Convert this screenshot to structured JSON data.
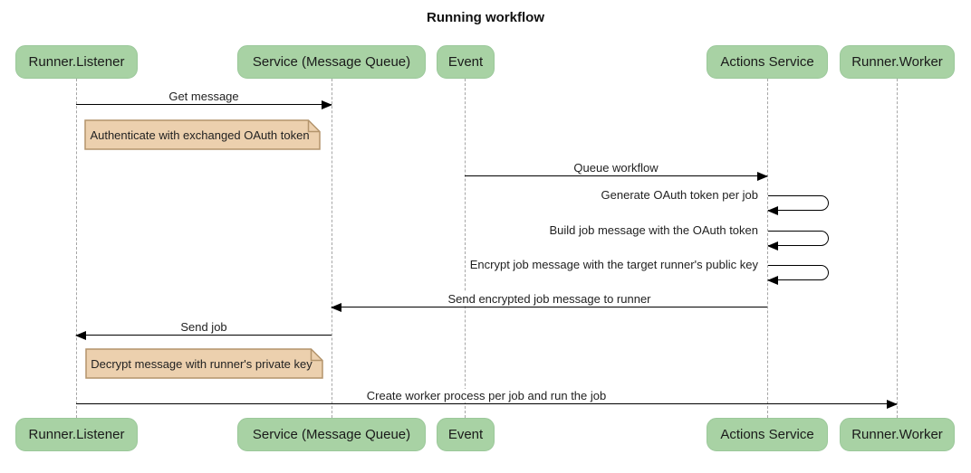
{
  "title": "Running workflow",
  "participants": [
    {
      "id": "runner-listener",
      "label": "Runner.Listener"
    },
    {
      "id": "service-message-queue",
      "label": "Service (Message Queue)"
    },
    {
      "id": "event",
      "label": "Event"
    },
    {
      "id": "actions-service",
      "label": "Actions Service"
    },
    {
      "id": "runner-worker",
      "label": "Runner.Worker"
    }
  ],
  "messages": [
    {
      "type": "arrow",
      "from": "Runner.Listener",
      "to": "Service (Message Queue)",
      "text": "Get message"
    },
    {
      "type": "note",
      "over": "Runner.Listener",
      "text": "Authenticate with exchanged OAuth token"
    },
    {
      "type": "arrow",
      "from": "Event",
      "to": "Actions Service",
      "text": "Queue workflow"
    },
    {
      "type": "self",
      "from": "Actions Service",
      "to": "Actions Service",
      "text": "Generate OAuth token per job"
    },
    {
      "type": "self",
      "from": "Actions Service",
      "to": "Actions Service",
      "text": "Build job message with the OAuth token"
    },
    {
      "type": "self",
      "from": "Actions Service",
      "to": "Actions Service",
      "text": "Encrypt job message with the target runner's public key"
    },
    {
      "type": "arrow",
      "from": "Actions Service",
      "to": "Service (Message Queue)",
      "text": "Send encrypted job message to runner"
    },
    {
      "type": "arrow",
      "from": "Service (Message Queue)",
      "to": "Runner.Listener",
      "text": "Send job"
    },
    {
      "type": "note",
      "over": "Runner.Listener",
      "text": "Decrypt message with runner's private key"
    },
    {
      "type": "arrow",
      "from": "Runner.Listener",
      "to": "Runner.Worker",
      "text": "Create worker process per job and run the job"
    }
  ],
  "colors": {
    "actor_fill": "#a8d2a4",
    "note_fill": "#ecd0ae",
    "note_border": "#b3946c",
    "lifeline": "#a6a6a6",
    "arrow": "#000000"
  }
}
